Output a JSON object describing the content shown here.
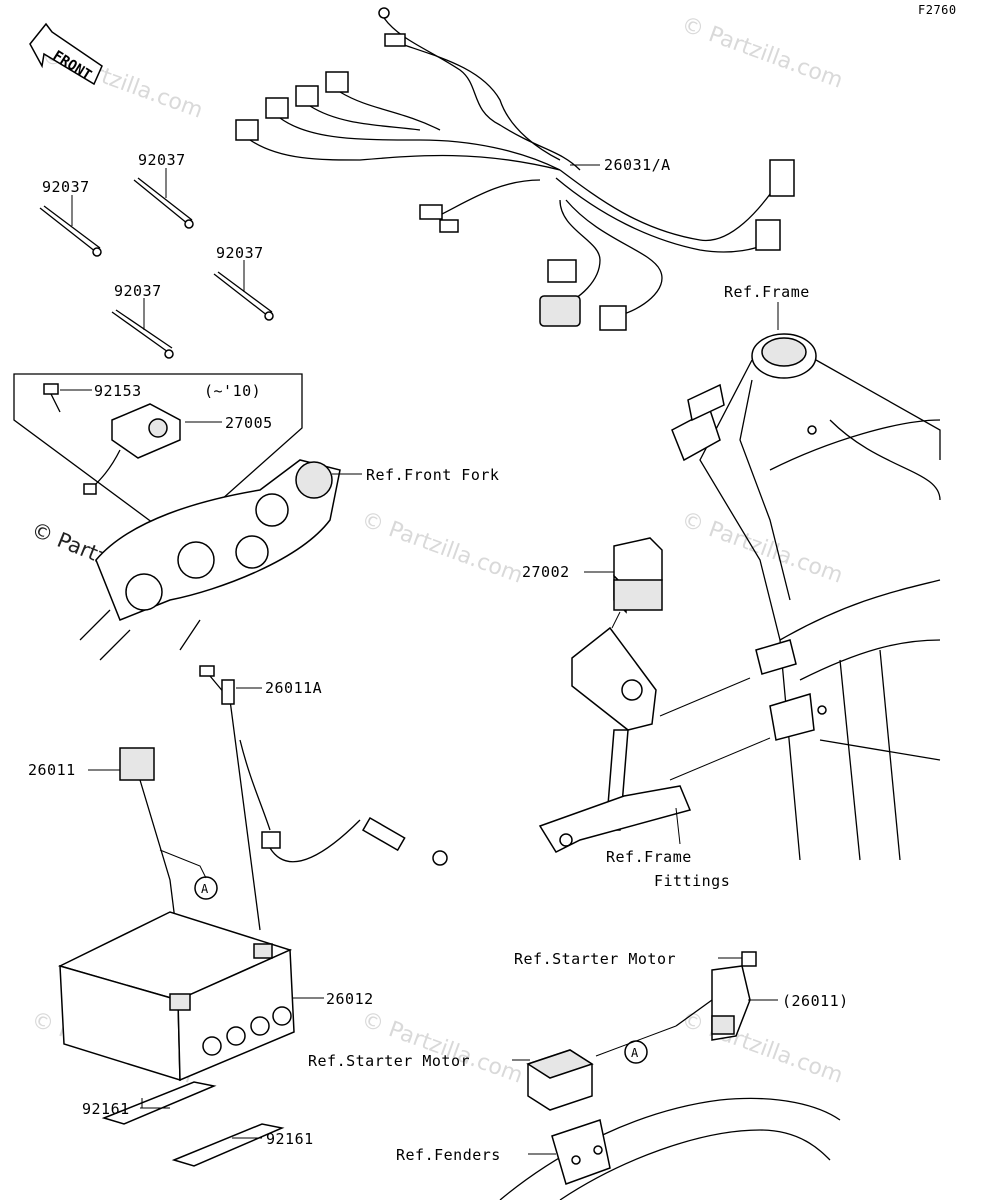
{
  "figure_code": "F2760",
  "front_indicator": "FRONT",
  "watermark": "© Partzilla.com",
  "parts": {
    "harness_main": "26031/A",
    "band_1": "92037",
    "band_2": "92037",
    "band_3": "92037",
    "band_4": "92037",
    "bolt": "92153",
    "year_note": "(~'10)",
    "switch": "27005",
    "relay": "27002",
    "lead_a": "26011A",
    "lead": "26011",
    "lead_ref": "(26011)",
    "battery": "26012",
    "pad_1": "92161",
    "pad_2": "92161",
    "callout_a_1": "A",
    "callout_a_2": "A"
  },
  "refs": {
    "frame": "Ref.Frame",
    "front_fork": "Ref.Front Fork",
    "frame_fittings_1": "Ref.Frame",
    "frame_fittings_2": "Fittings",
    "starter_motor_1": "Ref.Starter Motor",
    "starter_motor_2": "Ref.Starter Motor",
    "fenders": "Ref.Fenders"
  }
}
